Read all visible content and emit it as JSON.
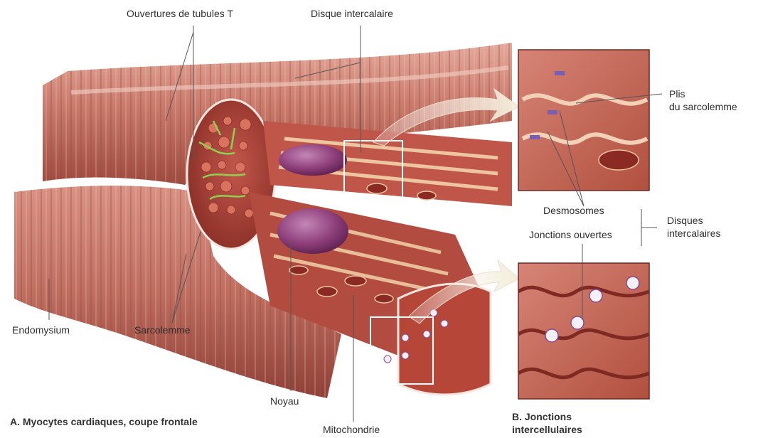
{
  "labels": {
    "ouvertures_tubules_t": "Ouvertures de tubules T",
    "disque_intercalaire": "Disque intercalaire",
    "plis_line1": "Plis",
    "plis_line2": "du sarcolemme",
    "desmosomes": "Desmosomes",
    "jonctions_ouvertes": "Jonctions ouvertes",
    "disques_line1": "Disques",
    "disques_line2": "intercalaires",
    "endomysium": "Endomysium",
    "sarcolemme": "Sarcolemme",
    "noyau": "Noyau",
    "mitochondrie": "Mitochondrie"
  },
  "captions": {
    "a": "A. Myocytes cardiaques, coupe frontale",
    "b_line1": "B. Jonctions",
    "b_line2": "intercellulaires"
  },
  "colors": {
    "muscle_dark": "#a8443a",
    "muscle_mid": "#c46a5c",
    "muscle_light": "#e3a597",
    "nucleus": "#8e3f7a",
    "mitochondria": "#8a2a22",
    "tubule": "#8fd14f",
    "junction": "#f4f0f8",
    "leader": "#555555"
  }
}
